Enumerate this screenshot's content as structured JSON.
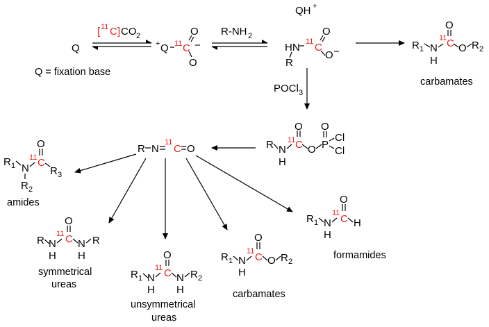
{
  "iso": "11",
  "species": {
    "q": "Q",
    "co2": "[11C]CO2",
    "rnh2": "R-NH2",
    "qh": "QH+",
    "pocl3": "POCl3",
    "isocyanate": "R-N=11C=O"
  },
  "labels": {
    "fixation_base": "Q = fixation base",
    "carbamates_top": "carbamates",
    "amides": "amides",
    "symmetrical_ureas_1": "symmetrical",
    "symmetrical_ureas_2": "ureas",
    "unsymmetrical_ureas_1": "unsymmetrical",
    "unsymmetrical_ureas_2": "ureas",
    "carbamates_bottom": "carbamates",
    "formamides": "formamides"
  },
  "atoms": {
    "R": "R",
    "R1": "R",
    "R2": "R",
    "R3": "R",
    "sub1": "1",
    "sub2": "2",
    "sub3": "3",
    "N": "N",
    "H": "H",
    "O": "O",
    "C": "C",
    "P": "P",
    "Cl": "Cl",
    "plus": "+",
    "minus": "−"
  },
  "colors": {
    "isotope": "#e8211b",
    "ink": "#000000"
  }
}
